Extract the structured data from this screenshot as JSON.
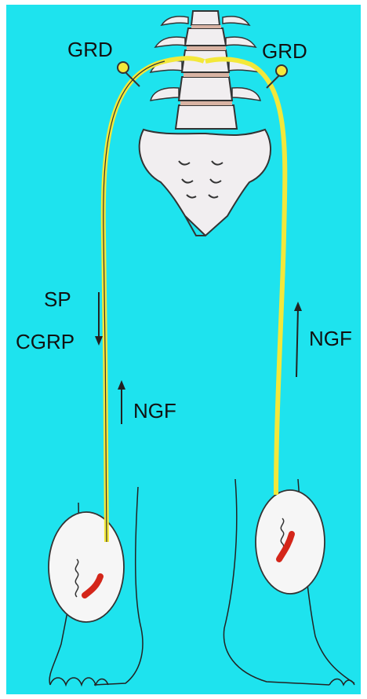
{
  "colors": {
    "background": "#1ee3ee",
    "nerve": "#f3e83a",
    "bone": "#f1eef0",
    "vessel": "#d4261a",
    "ink": "#222222"
  },
  "labels": {
    "grd_left": "GRD",
    "grd_right": "GRD",
    "sp": "SP",
    "cgrp": "CGRP",
    "ngf_left": "NGF",
    "ngf_right": "NGF"
  }
}
